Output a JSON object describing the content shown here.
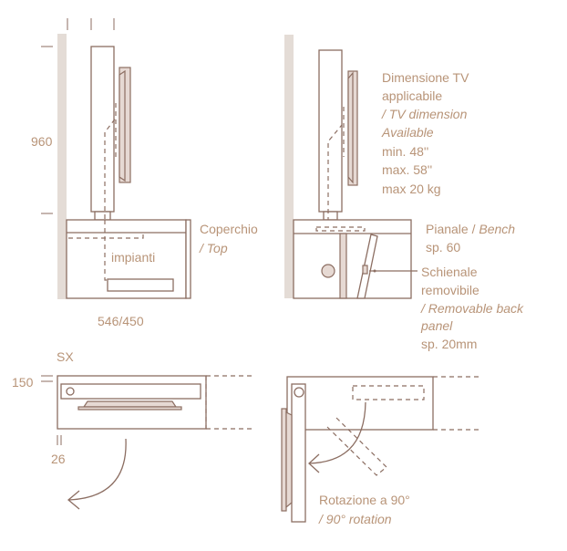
{
  "side_view_left": {
    "height_label": "960",
    "depth_label": "546/450",
    "impianti_label": "impianti",
    "top_label": "Coperchio",
    "top_label_en": "/ Top"
  },
  "side_view_right": {
    "tv_title": "Dimensione TV",
    "tv_title_2": "applicabile",
    "tv_title_en": "/ TV dimension",
    "tv_title_en_2": "Available",
    "tv_min": "min. 48''",
    "tv_max": "max. 58''",
    "tv_weight": "max 20 kg",
    "bench_label": "Pianale / ",
    "bench_label_en": "Bench",
    "bench_thickness": "sp. 60",
    "back_label": "Schienale",
    "back_label_2": "removibile",
    "back_label_en": "/ Removable back",
    "back_label_en_2": "panel",
    "back_thickness": "sp. 20mm"
  },
  "plan_view_left": {
    "side_label": "SX",
    "height_label": "150",
    "gap_label": "26"
  },
  "plan_view_right": {
    "rotation_label": "Rotazione a 90°",
    "rotation_label_en": "/ 90° rotation"
  },
  "colors": {
    "stroke": "#8c6e62",
    "fill": "#e6d9d3",
    "text": "#b89478"
  }
}
